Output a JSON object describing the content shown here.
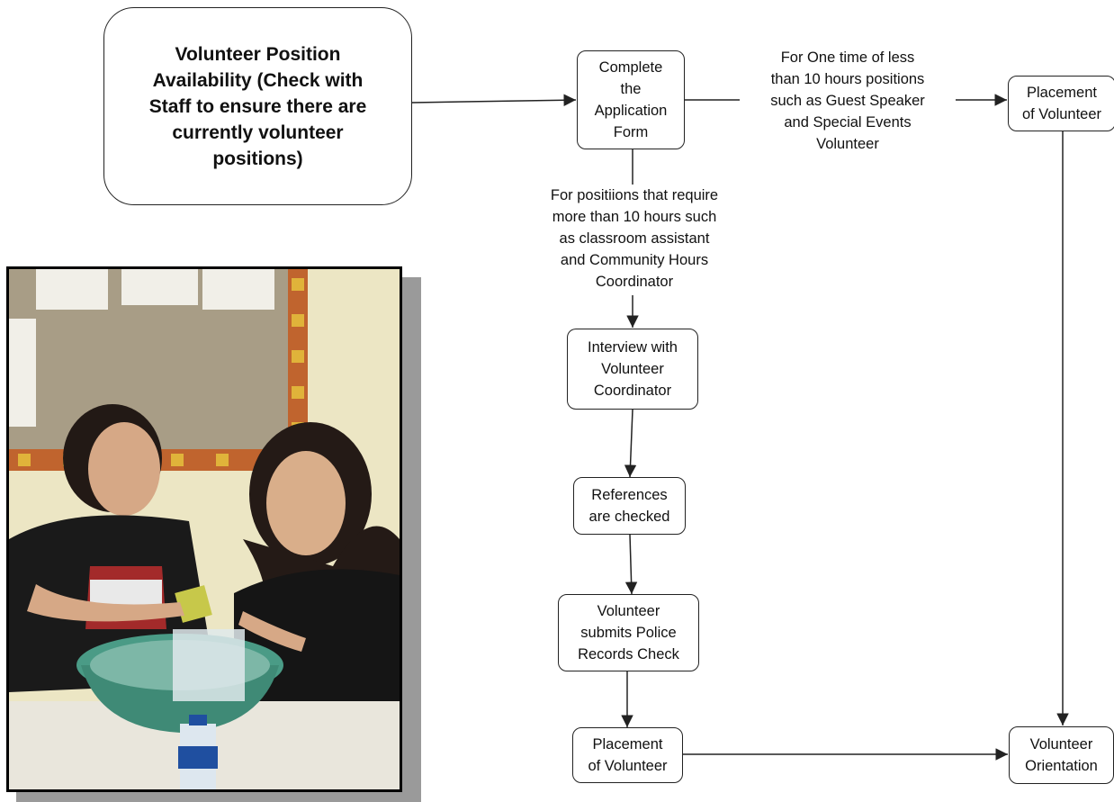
{
  "nodes": {
    "availability": "Volunteer Position\nAvailability (Check with\nStaff to ensure there are\ncurrently volunteer\npositions)",
    "application": "Complete\nthe\nApplication\nForm",
    "placement_top": "Placement\nof Volunteer",
    "interview": "Interview with\nVolunteer\nCoordinator",
    "references": "References\nare checked",
    "police": "Volunteer\nsubmits Police\nRecords Check",
    "placement_bottom": "Placement\nof Volunteer",
    "orientation": "Volunteer\nOrientation"
  },
  "edge_labels": {
    "short_term": "For One time of less\nthan 10 hours positions\nsuch as Guest Speaker\nand Special Events\nVolunteer",
    "long_term": "For positiions that require\nmore than 10 hours such\nas classroom assistant\nand Community Hours\nCoordinator"
  },
  "colors": {
    "stroke": "#222222",
    "photo_shadow": "#9a9a9a"
  }
}
